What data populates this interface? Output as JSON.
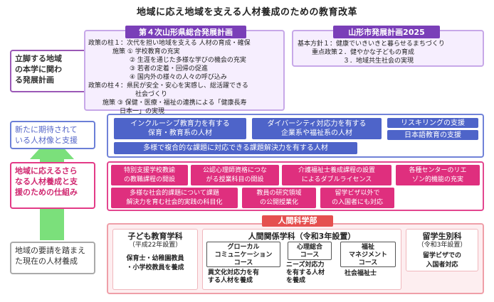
{
  "title": "地域に応え地域を支える人材養成のための教育改革",
  "left": {
    "box1": [
      "立脚する地域",
      "の本学に関わ",
      "る発展計画"
    ],
    "box2": [
      "新たに期待されて",
      "いる人材像と支援"
    ],
    "box3": [
      "地域に応えるさら",
      "なる人材養成と支",
      "援のための仕組み"
    ],
    "box4": [
      "地域の要請を踏まえ",
      "た現在の人材養成"
    ]
  },
  "pref_plan": {
    "title": "第４次山形県総合発展計画",
    "lines": [
      "政策の柱１：次代を担い地域を支える 人材の育成・確保",
      "施策 ① 学校教育の充実",
      "② 生涯を通じた多様な学びの機会の充実",
      "③ 若者の定着・回帰の促進",
      "④ 国内外の様々の人々の呼び込み",
      "政策の柱４：県民が安全・安心を実感し、総活躍できる",
      "社会づくり",
      "施策 ③ 保健・医療・福祉の連携による「健康長寿",
      "日本一」の実現"
    ]
  },
  "city_plan": {
    "title": "山形市発展計画2025",
    "lines": [
      "基本方針１：健康でいきいきと暮らせるまちづくり",
      "重点政策２．健やかな子どもの育成",
      "３．地域共生社会の実現"
    ]
  },
  "blue_boxes": [
    [
      "インクルーシブ教育力を有する",
      "保育・教育系の人材"
    ],
    [
      "ダイバーシティ対応力を有する",
      "企業系や福祉系の人材"
    ],
    [
      "リスキリングの支援"
    ],
    [
      "日本語教育の支援"
    ],
    [
      "多様で複合的な課題に対応できる課題解決力を有する人材"
    ]
  ],
  "pink_boxes": [
    [
      "特別支援学校教諭",
      "の教職課程の開設"
    ],
    [
      "公認心理師資格につな",
      "がる授業科目の開設"
    ],
    [
      "介護福祉士養成課程の設置",
      "によるダブルライセンス"
    ],
    [
      "各種センターのリエ",
      "ゾン的機能の充実"
    ],
    [
      "多様な社会的課題について課題",
      "解決力を育む社会的実践の科目化"
    ],
    [
      "教員の研究領域",
      "の公開授業化"
    ],
    [
      "留学ビザ以外で",
      "の入国者にも対応"
    ]
  ],
  "department": {
    "tag": "人間科学部",
    "child": {
      "title": "子ども教育学科",
      "sub": "（平成22年設置）",
      "desc": [
        "保育士・幼稚園教員",
        "・小学校教員を養成"
      ]
    },
    "human": {
      "title": "人間関係学科（令和3年設置）",
      "courses": [
        {
          "name": [
            "グローカル",
            "コミュニケーション",
            "コース"
          ],
          "desc": [
            "異文化対応力を有",
            "する人材を養成"
          ]
        },
        {
          "name": [
            "心理総合",
            "コース"
          ],
          "desc": [
            "ニーズ対応力",
            "を有する人材",
            "を養成"
          ]
        },
        {
          "name": [
            "福祉",
            "マネジメント",
            "コース"
          ],
          "desc": [
            "社会福祉士"
          ]
        }
      ]
    },
    "intl": {
      "title": "留学生別科",
      "sub": "（令和3年設置）",
      "desc": [
        "留学ビザでの",
        "入国者対応"
      ]
    }
  }
}
